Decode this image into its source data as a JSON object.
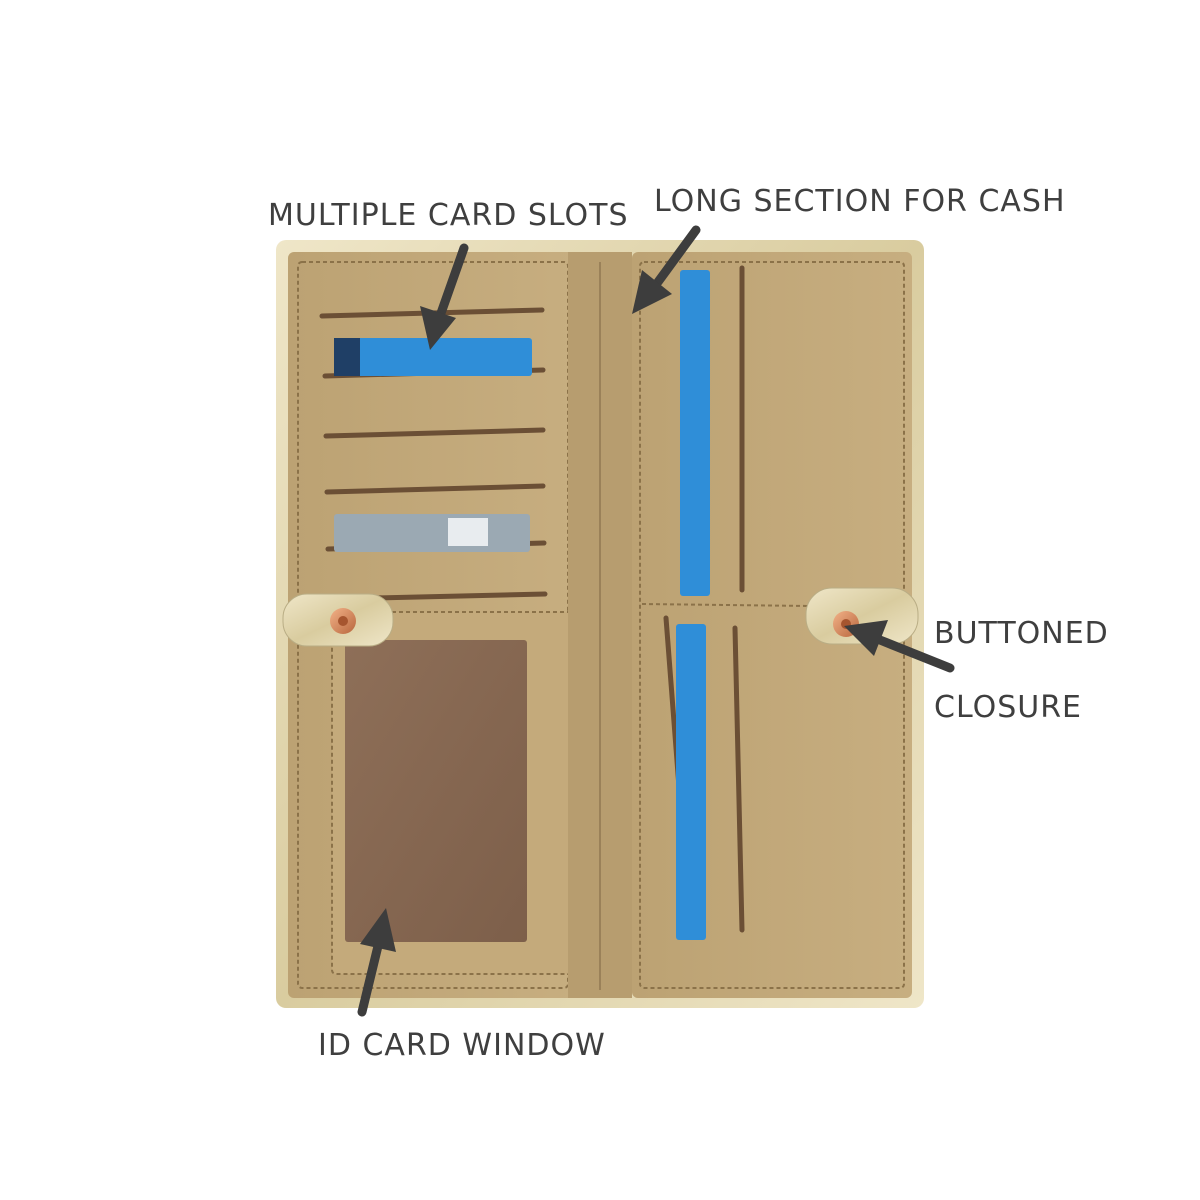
{
  "callouts": {
    "card_slots": "MULTIPLE CARD SLOTS",
    "cash_section": "LONG SECTION FOR CASH",
    "closure_line1": "BUTTONED",
    "closure_line2": "CLOSURE",
    "id_window": "ID CARD WINDOW"
  },
  "colors": {
    "lining": "#c2a878",
    "lining_dark": "#a88e60",
    "stitch": "#8b7249",
    "slot": "#6b4f35",
    "gold_strap": "#e6dcbc",
    "snap_button": "#d98c5e",
    "id_window": "#8a6b55",
    "card_blue": "#2f8ed8",
    "arrow": "#3d3d3d"
  },
  "icons": {
    "arrow": "arrow-icon",
    "snap": "snap-button-icon"
  }
}
